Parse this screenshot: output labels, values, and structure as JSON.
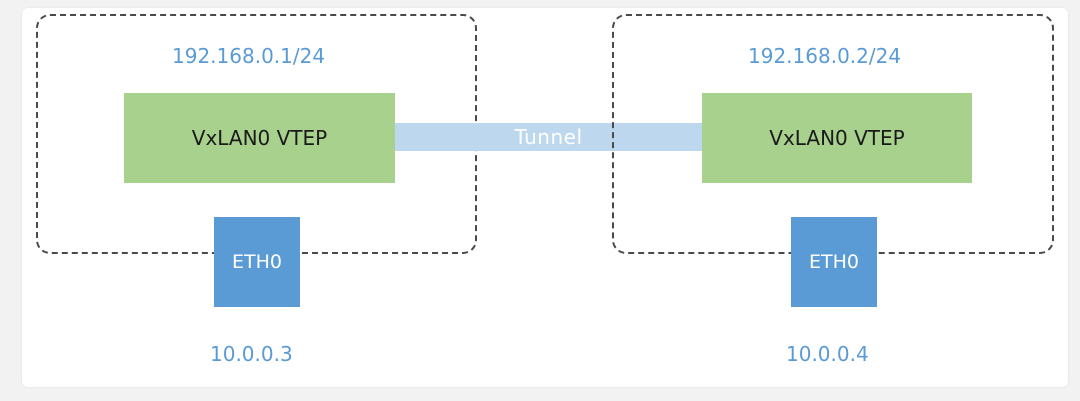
{
  "colors": {
    "vtep_fill": "#a9d18e",
    "eth_fill": "#5b9bd5",
    "tunnel_fill": "#bdd7ee",
    "ip_text": "#5b9bd5"
  },
  "hosts": [
    {
      "overlay_ip": "192.168.0.1/24",
      "vtep_label": "VxLAN0 VTEP",
      "eth_label": "ETH0",
      "underlay_ip": "10.0.0.3"
    },
    {
      "overlay_ip": "192.168.0.2/24",
      "vtep_label": "VxLAN0 VTEP",
      "eth_label": "ETH0",
      "underlay_ip": "10.0.0.4"
    }
  ],
  "tunnel": {
    "label": "Tunnel"
  }
}
